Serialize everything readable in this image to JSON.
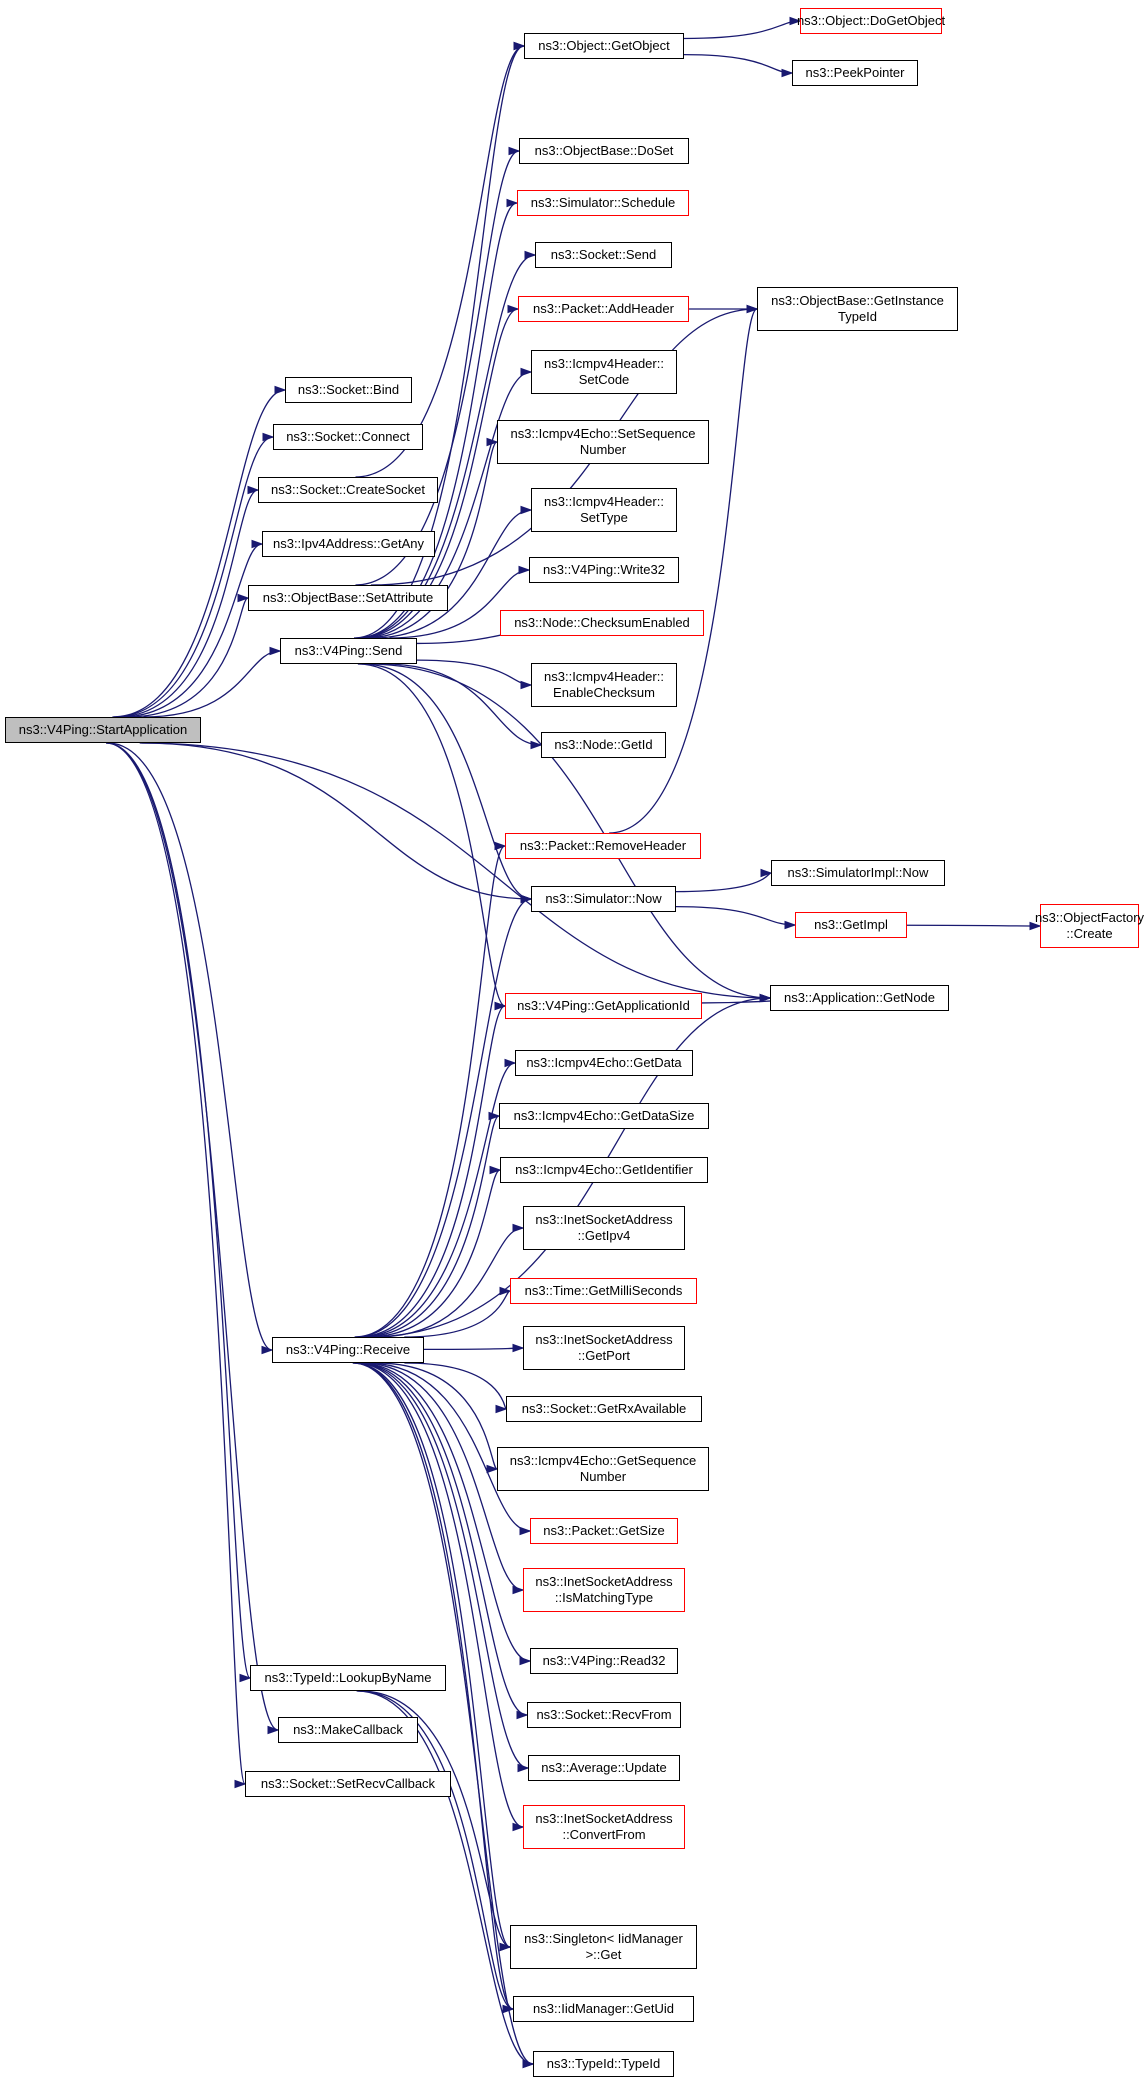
{
  "colors": {
    "edge": "#191970",
    "border": "#000000",
    "red_border": "#ff0000",
    "root_fill": "#bfbfbf"
  },
  "nodes": {
    "startapp": {
      "label": "ns3::V4Ping::StartApplication",
      "style": "root"
    },
    "bind": {
      "label": "ns3::Socket::Bind"
    },
    "connect": {
      "label": "ns3::Socket::Connect"
    },
    "createsocket": {
      "label": "ns3::Socket::CreateSocket"
    },
    "getany": {
      "label": "ns3::Ipv4Address::GetAny"
    },
    "setattribute": {
      "label": "ns3::ObjectBase::SetAttribute"
    },
    "send": {
      "label": "ns3::V4Ping::Send"
    },
    "receive": {
      "label": "ns3::V4Ping::Receive"
    },
    "lookupbyname": {
      "label": "ns3::TypeId::LookupByName"
    },
    "makecallback": {
      "label": "ns3::MakeCallback"
    },
    "setrecvcallback": {
      "label": "ns3::Socket::SetRecvCallback"
    },
    "getobject": {
      "label": "ns3::Object::GetObject"
    },
    "dogetobject": {
      "label": "ns3::Object::DoGetObject",
      "style": "red"
    },
    "peekpointer": {
      "label": "ns3::PeekPointer"
    },
    "doset": {
      "label": "ns3::ObjectBase::DoSet"
    },
    "schedule": {
      "label": "ns3::Simulator::Schedule",
      "style": "red"
    },
    "socketsend": {
      "label": "ns3::Socket::Send"
    },
    "addheader": {
      "label": "ns3::Packet::AddHeader",
      "style": "red"
    },
    "getinstancetypeid": {
      "label": "ns3::ObjectBase::GetInstance\nTypeId"
    },
    "setcode": {
      "label": "ns3::Icmpv4Header::\nSetCode"
    },
    "setsequence": {
      "label": "ns3::Icmpv4Echo::SetSequence\nNumber"
    },
    "settype": {
      "label": "ns3::Icmpv4Header::\nSetType"
    },
    "write32": {
      "label": "ns3::V4Ping::Write32"
    },
    "checksumenabled": {
      "label": "ns3::Node::ChecksumEnabled",
      "style": "red"
    },
    "enablechecksum": {
      "label": "ns3::Icmpv4Header::\nEnableChecksum"
    },
    "getid": {
      "label": "ns3::Node::GetId"
    },
    "removeheader": {
      "label": "ns3::Packet::RemoveHeader",
      "style": "red"
    },
    "now": {
      "label": "ns3::Simulator::Now"
    },
    "implnow": {
      "label": "ns3::SimulatorImpl::Now"
    },
    "getimpl": {
      "label": "ns3::GetImpl",
      "style": "red"
    },
    "factorycreate": {
      "label": "ns3::ObjectFactory\n::Create",
      "style": "red"
    },
    "getnode": {
      "label": "ns3::Application::GetNode"
    },
    "getappid": {
      "label": "ns3::V4Ping::GetApplicationId",
      "style": "red"
    },
    "getdata": {
      "label": "ns3::Icmpv4Echo::GetData"
    },
    "getdatasize": {
      "label": "ns3::Icmpv4Echo::GetDataSize"
    },
    "getidentifier": {
      "label": "ns3::Icmpv4Echo::GetIdentifier"
    },
    "getipv4": {
      "label": "ns3::InetSocketAddress\n::GetIpv4"
    },
    "getms": {
      "label": "ns3::Time::GetMilliSeconds",
      "style": "red"
    },
    "getport": {
      "label": "ns3::InetSocketAddress\n::GetPort"
    },
    "getrxavailable": {
      "label": "ns3::Socket::GetRxAvailable"
    },
    "getsequence": {
      "label": "ns3::Icmpv4Echo::GetSequence\nNumber"
    },
    "getsize": {
      "label": "ns3::Packet::GetSize",
      "style": "red"
    },
    "ismatching": {
      "label": "ns3::InetSocketAddress\n::IsMatchingType",
      "style": "red"
    },
    "read32": {
      "label": "ns3::V4Ping::Read32"
    },
    "recvfrom": {
      "label": "ns3::Socket::RecvFrom"
    },
    "avgupdate": {
      "label": "ns3::Average::Update"
    },
    "convertfrom": {
      "label": "ns3::InetSocketAddress\n::ConvertFrom",
      "style": "red"
    },
    "singletonget": {
      "label": "ns3::Singleton< IidManager\n>::Get"
    },
    "getuid": {
      "label": "ns3::IidManager::GetUid"
    },
    "typeid": {
      "label": "ns3::TypeId::TypeId"
    }
  },
  "edges": [
    [
      "startapp",
      "bind"
    ],
    [
      "startapp",
      "connect"
    ],
    [
      "startapp",
      "createsocket"
    ],
    [
      "startapp",
      "getany"
    ],
    [
      "startapp",
      "setattribute"
    ],
    [
      "startapp",
      "send"
    ],
    [
      "startapp",
      "now"
    ],
    [
      "startapp",
      "getnode"
    ],
    [
      "startapp",
      "receive"
    ],
    [
      "startapp",
      "lookupbyname"
    ],
    [
      "startapp",
      "makecallback"
    ],
    [
      "startapp",
      "setrecvcallback"
    ],
    [
      "createsocket",
      "getobject"
    ],
    [
      "setattribute",
      "doset"
    ],
    [
      "setattribute",
      "getinstancetypeid"
    ],
    [
      "getobject",
      "dogetobject"
    ],
    [
      "getobject",
      "peekpointer"
    ],
    [
      "send",
      "getobject"
    ],
    [
      "send",
      "schedule"
    ],
    [
      "send",
      "socketsend"
    ],
    [
      "send",
      "addheader"
    ],
    [
      "send",
      "setcode"
    ],
    [
      "send",
      "setsequence"
    ],
    [
      "send",
      "settype"
    ],
    [
      "send",
      "write32"
    ],
    [
      "send",
      "checksumenabled"
    ],
    [
      "send",
      "enablechecksum"
    ],
    [
      "send",
      "getid"
    ],
    [
      "send",
      "now"
    ],
    [
      "send",
      "getappid"
    ],
    [
      "send",
      "getnode"
    ],
    [
      "addheader",
      "getinstancetypeid"
    ],
    [
      "removeheader",
      "getinstancetypeid"
    ],
    [
      "now",
      "implnow"
    ],
    [
      "now",
      "getimpl"
    ],
    [
      "getimpl",
      "factorycreate"
    ],
    [
      "getappid",
      "getnode"
    ],
    [
      "receive",
      "removeheader"
    ],
    [
      "receive",
      "now"
    ],
    [
      "receive",
      "getappid"
    ],
    [
      "receive",
      "getdata"
    ],
    [
      "receive",
      "getdatasize"
    ],
    [
      "receive",
      "getidentifier"
    ],
    [
      "receive",
      "getipv4"
    ],
    [
      "receive",
      "getms"
    ],
    [
      "receive",
      "getport"
    ],
    [
      "receive",
      "getrxavailable"
    ],
    [
      "receive",
      "getsequence"
    ],
    [
      "receive",
      "getsize"
    ],
    [
      "receive",
      "ismatching"
    ],
    [
      "receive",
      "read32"
    ],
    [
      "receive",
      "recvfrom"
    ],
    [
      "receive",
      "avgupdate"
    ],
    [
      "receive",
      "convertfrom"
    ],
    [
      "receive",
      "getnode"
    ],
    [
      "receive",
      "singletonget"
    ],
    [
      "receive",
      "getuid"
    ],
    [
      "receive",
      "typeid"
    ],
    [
      "lookupbyname",
      "singletonget"
    ],
    [
      "lookupbyname",
      "getuid"
    ],
    [
      "lookupbyname",
      "typeid"
    ]
  ]
}
